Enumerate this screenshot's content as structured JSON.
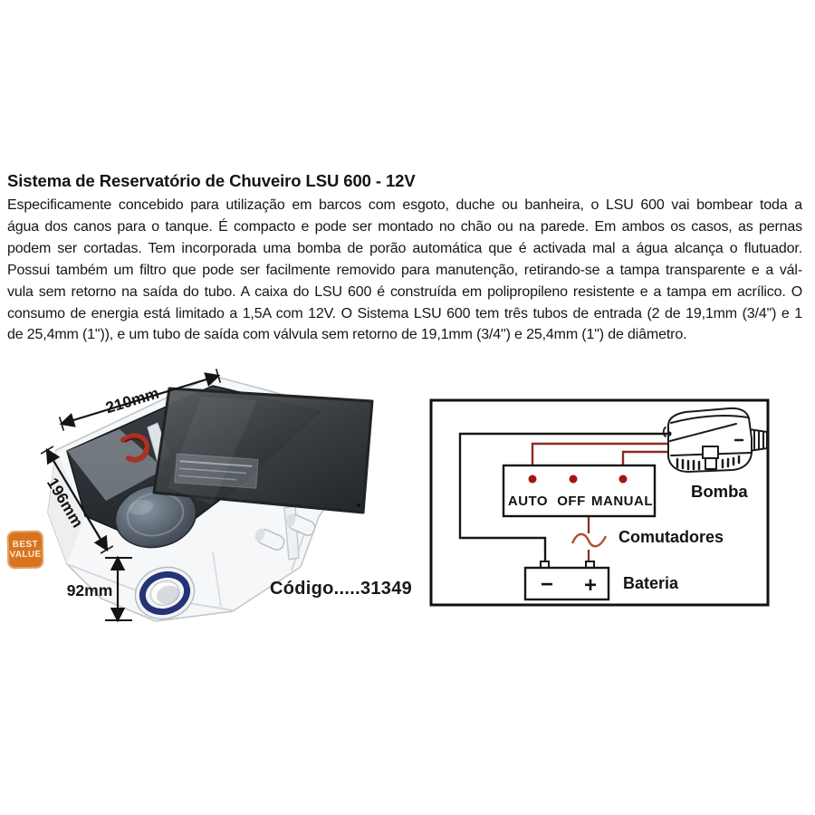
{
  "page": {
    "title": "Sistema de Reservatório de Chuveiro LSU 600 - 12V",
    "body_lines": [
      "Especificamente concebido para utilização em barcos com esgoto, duche ou banheira, o LSU 600 vai bombear toda a",
      "água dos canos para o tanque. É compacto e pode ser montado no chão ou na parede. Em ambos os casos, as pernas",
      "podem ser cortadas. Tem incorporada uma bomba de porão automática que é activada mal a água alcança o flutuador.",
      "Possui também um filtro que pode ser facilmente removido para manutenção, retirando-se a tampa transparente e a vál-",
      "vula sem retorno na saída do tubo. A caixa do LSU 600 é construída em polipropileno resistente e a tampa em acrílico. O",
      "consumo de energia está limitado a 1,5A com 12V. O Sistema LSU 600 tem três tubos de entrada (2 de 19,1mm (3/4\") e 1",
      "de 25,4mm (1\")), e um tubo de saída com válvula sem retorno de 19,1mm (3/4\") e 25,4mm (1\") de diâmetro."
    ]
  },
  "product_figure": {
    "dimensions": {
      "width_label": "210mm",
      "depth_label": "196mm",
      "height_label": "92mm"
    },
    "code_label": "Código.....31349",
    "badge": {
      "line1": "BEST",
      "line2": "VALUE"
    }
  },
  "wiring_diagram": {
    "switch_labels": [
      "AUTO",
      "OFF",
      "MANUAL"
    ],
    "pump_label": "Bomba",
    "switches_label": "Comutadores",
    "battery_label": "Bateria",
    "battery_terminals": {
      "minus": "−",
      "plus": "+"
    }
  },
  "colors": {
    "positive_wire_red": "#8f2a1e",
    "terminal_dot_red": "#a31515",
    "fuse_squiggle": "#b05030",
    "negative_wire_black": "#161616",
    "badge_orange": "#d9731f",
    "port_ring_navy": "#273377",
    "lid_smoke_dark": "#26292c"
  }
}
